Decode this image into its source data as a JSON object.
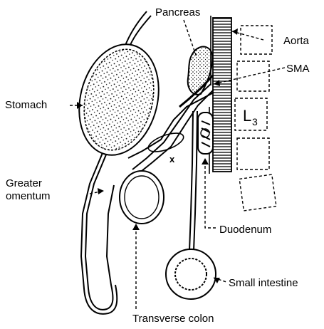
{
  "labels": {
    "pancreas": "Pancreas",
    "aorta": "Aorta",
    "sma": "SMA",
    "stomach": "Stomach",
    "greater_omentum_line1": "Greater",
    "greater_omentum_line2": "omentum",
    "duodenum": "Duodenum",
    "small_intestine": "Small intestine",
    "transverse_colon": "Transverse colon",
    "vertebra_main": "L",
    "vertebra_sub": "3",
    "marker_x": "x"
  }
}
